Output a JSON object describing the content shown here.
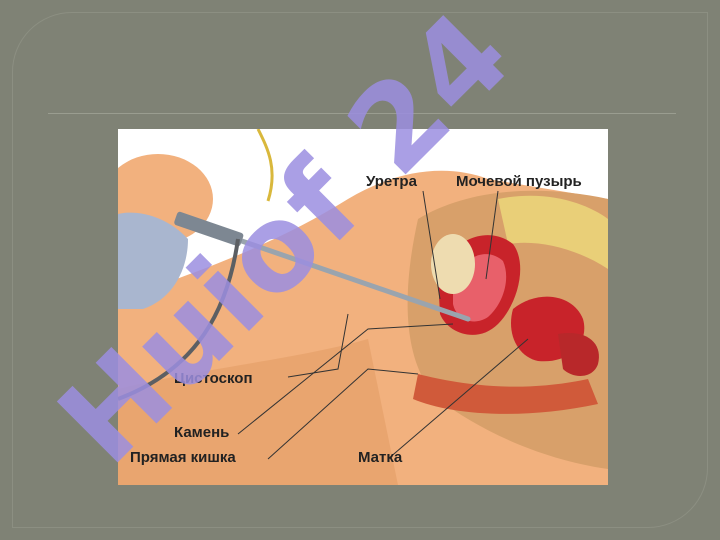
{
  "diagram": {
    "labels": {
      "urethra": "Уретра",
      "bladder": "Мочевой пузырь",
      "cystoscope": "Цистоскоп",
      "stone": "Камень",
      "rectum": "Прямая кишка",
      "uterus": "Матка"
    }
  },
  "watermark": {
    "text": "Huiof 24"
  },
  "colors": {
    "background": "#7f8275",
    "skin": "#f2b17e",
    "tissue": "#c8232a",
    "bone": "#e9cf78",
    "watermark": "#9b8ee0"
  }
}
